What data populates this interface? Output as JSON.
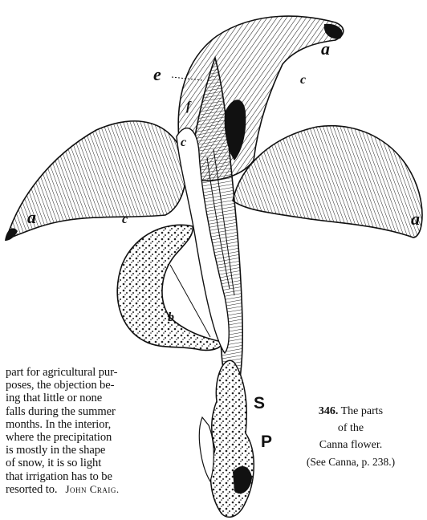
{
  "figure": {
    "labels": {
      "a_top": "a",
      "a_left": "a",
      "a_right": "a",
      "e": "e",
      "c_top": "c",
      "f": "f",
      "c_mid": "c",
      "c_left": "c",
      "b": "b",
      "S": "S",
      "P": "P"
    }
  },
  "body_text": {
    "lines": [
      "part for agricultural pur-",
      "poses, the objection be-",
      "ing that little or none",
      "falls during the summer",
      "months. In the interior,",
      "where the precipitation",
      "is mostly in the shape",
      "of snow, it is so light",
      "that irrigation has to be",
      "resorted to."
    ],
    "signature": "John Craig."
  },
  "caption": {
    "number": "346.",
    "line1": "The parts",
    "line2": "of the",
    "line3": "Canna flower.",
    "reference": "(See Canna, p. 238.)"
  }
}
